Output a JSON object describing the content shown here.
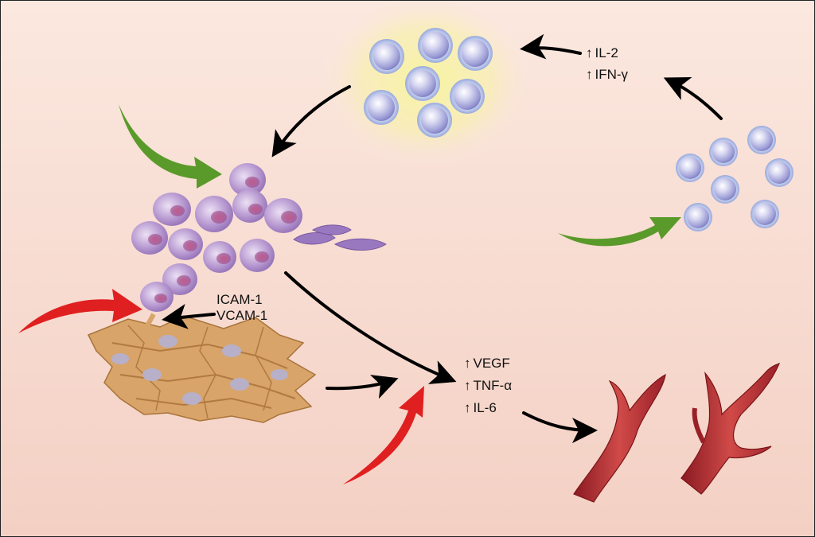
{
  "labels": {
    "adhesion": [
      "ICAM-1",
      "VCAM-1"
    ],
    "tcell_cytokines": [
      "IL-2",
      "IFN-γ"
    ],
    "angio_factors": [
      "VEGF",
      "TNF-α",
      "IL-6"
    ]
  },
  "icons": {
    "up_arrow": "↑",
    "pink_cell": "cell-icon",
    "fibroblast": "fibroblast-icon",
    "vessel": "blood-vessel-icon"
  },
  "colors": {
    "background_top": "#fbe6dc",
    "background_bottom": "#f5d2c6",
    "glow": "#f5f2a0",
    "lymphocyte": "#b8b8e6",
    "macrophage": "#b08ac8",
    "fibroblast": "#d4a26a",
    "vessel": "#b02a30",
    "green_arrow": "#5a9a2a",
    "red_arrow": "#e02020",
    "black_arrow": "#000000"
  }
}
